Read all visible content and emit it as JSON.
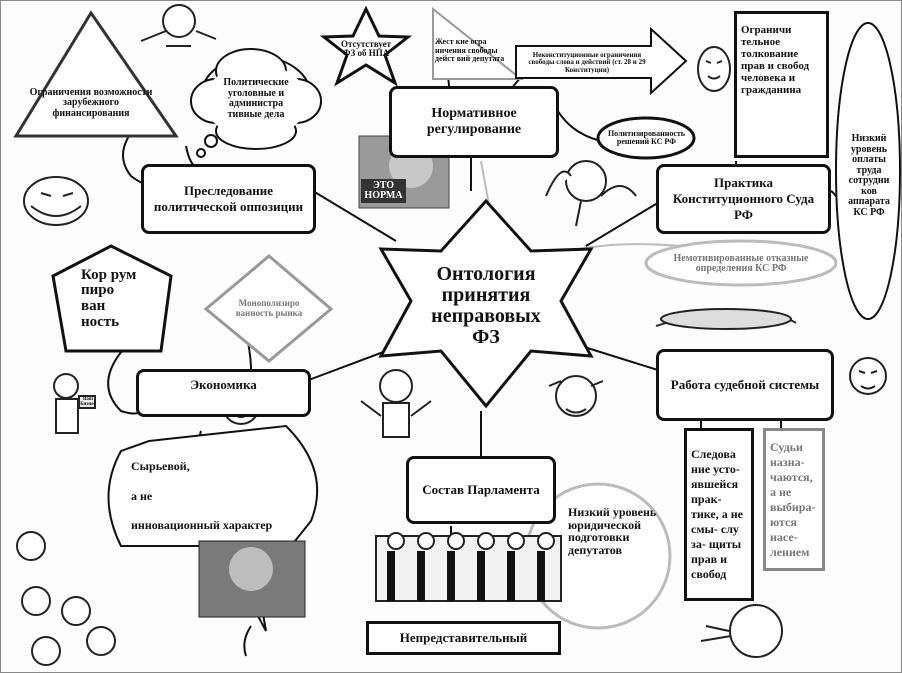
{
  "center": {
    "title": "Онтология принятия неправовых ФЗ"
  },
  "nodes": {
    "normative": "Нормативное регулирование",
    "opposition": "Преследование политической оппозиции",
    "practice_ks": "Практика Конституционного Суда РФ",
    "economy": "Экономика",
    "parliament": "Состав Парламента",
    "judiciary": "Работа судебной системы",
    "unrepresentative": "Непредставительный"
  },
  "shapes": {
    "funding": "Ограничения возможности зарубежного финансирования",
    "political_cases": "Политические уголовные и администра тивные дела",
    "no_npa": "Отсутствует ФЗ об НПА",
    "deputy_freedom": "Жест кие огра ничения свободы дейст вий депутата",
    "unconstitutional": "Неконституционные ограничения свободы слова и действий (ст. 28 и 29 Конституции)",
    "restrictive": "Ограничи тельное толкование прав и свобод человека и гражданина",
    "politicized": "Политизированность решений КС РФ",
    "low_pay": "Низкий уровень оплаты труда сотрудни ков аппарата КС РФ",
    "unmotivated": "Немотивированные отказные определения КС РФ",
    "corruption": "Кор рум пиро ван ность",
    "monopoly": "Монополизиро ванность рынка",
    "raw_line1": "Сырьевой,",
    "raw_line2": "а не",
    "raw_line3": "инновационный характер",
    "low_legal": "Низкий уровень юридической подготовки депутатов",
    "precedent": "Следова ние усто- явшейся прак- тике, а не смы- слу за- щиты прав и свобод",
    "judges": "Судьи назна- чаются, а не выбира- ются насе- лением",
    "norma_caption": "ЭТО НОРМА",
    "book_caption": "Ваш Бизнес"
  },
  "colors": {
    "stroke": "#111111",
    "gray": "#888888",
    "lightgray": "#b5b5b5"
  }
}
